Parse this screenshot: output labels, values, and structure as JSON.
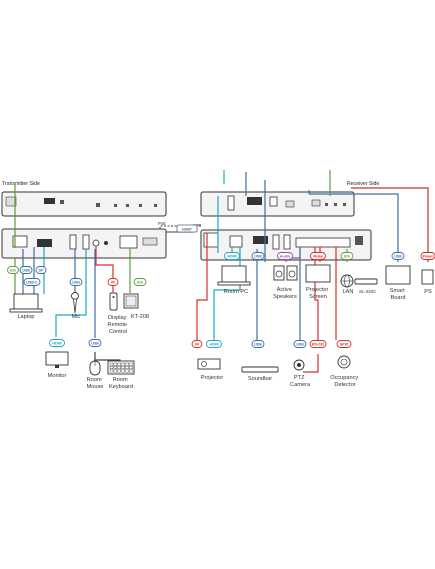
{
  "sides": {
    "transmitter": "Transmitter Side",
    "receiver": "Receiver Side"
  },
  "colors": {
    "eth": "#5a9e3f",
    "usb": "#3b6fa8",
    "hdmi": "#1da7c8",
    "hdbt": "#5b6770",
    "ir": "#d9302a",
    "audio": "#8a4fa0",
    "relay": "#d9302a",
    "power": "#c8302a",
    "rs232": "#d9302a",
    "gpio": "#d9302a",
    "dp": "#3b6fa8"
  },
  "links": {
    "hdbt": "HDBT",
    "poe": "PoE"
  },
  "tx": {
    "tags": {
      "eth": "Eth",
      "usb": "USB",
      "dp": "DP",
      "usbc": "USB-C",
      "mic_usb": "USB",
      "ir": "IR",
      "eth2": "Eth",
      "hdmi": "HDMI",
      "usb2": "USB"
    },
    "devices": {
      "laptop": "Laptop",
      "mic": "Mic",
      "display_remote": "Display Remote Control",
      "kt208": "KT-208",
      "monitor": "Monitor",
      "room_mouse": "Room Mouse",
      "room_keyboard": "Room Keyboard"
    }
  },
  "rx": {
    "tags": {
      "hdmi": "HDMI",
      "usb": "USB",
      "audio": "Audio",
      "relay": "Relay",
      "eth": "Eth",
      "usb2": "USB",
      "power": "Power",
      "ir": "IR",
      "hdmi2": "HDMI",
      "usb3": "USB",
      "usb4": "USB",
      "rs232": "RS-232",
      "gpio": "GPIO"
    },
    "devices": {
      "room_pc": "Room PC",
      "active_speakers": "Active Speakers",
      "projector_screen": "Projector Screen",
      "lan": "LAN",
      "sl240c": "SL-240C",
      "smart_board": "Smart Board",
      "ps": "PS",
      "projector": "Projector",
      "soundbar": "Soundbar",
      "ptz_camera": "PTZ Camera",
      "occupancy": "Occupancy Detector"
    }
  }
}
